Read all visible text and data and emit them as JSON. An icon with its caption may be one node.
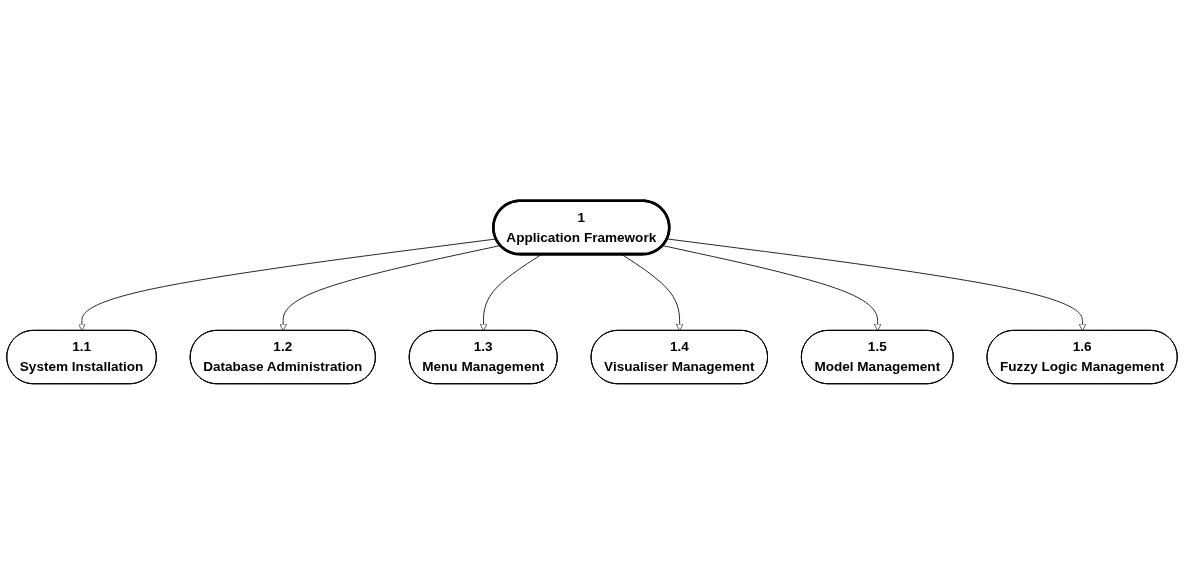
{
  "diagram": {
    "nodes": [
      {
        "text": [
          "1",
          "Application Framework"
        ]
      },
      {
        "text": [
          "1.1",
          "System Installation"
        ]
      },
      {
        "text": [
          "1.2",
          "Database Administration"
        ]
      },
      {
        "text": [
          "1.3",
          "Menu Management"
        ]
      },
      {
        "text": [
          "1.4",
          "Visualiser Management"
        ]
      },
      {
        "text": [
          "1.5",
          "Model Management"
        ]
      },
      {
        "text": [
          "1.6",
          "Fuzzy Logic Management"
        ]
      }
    ],
    "edges": [
      {
        "from": 0,
        "to": 1,
        "arrow": "to"
      },
      {
        "from": 0,
        "to": 2,
        "arrow": "to"
      },
      {
        "from": 0,
        "to": 3,
        "arrow": "to"
      },
      {
        "from": 0,
        "to": 4,
        "arrow": "to"
      },
      {
        "from": 0,
        "to": 5,
        "arrow": "to"
      },
      {
        "from": 0,
        "to": 6,
        "arrow": "to"
      }
    ]
  }
}
